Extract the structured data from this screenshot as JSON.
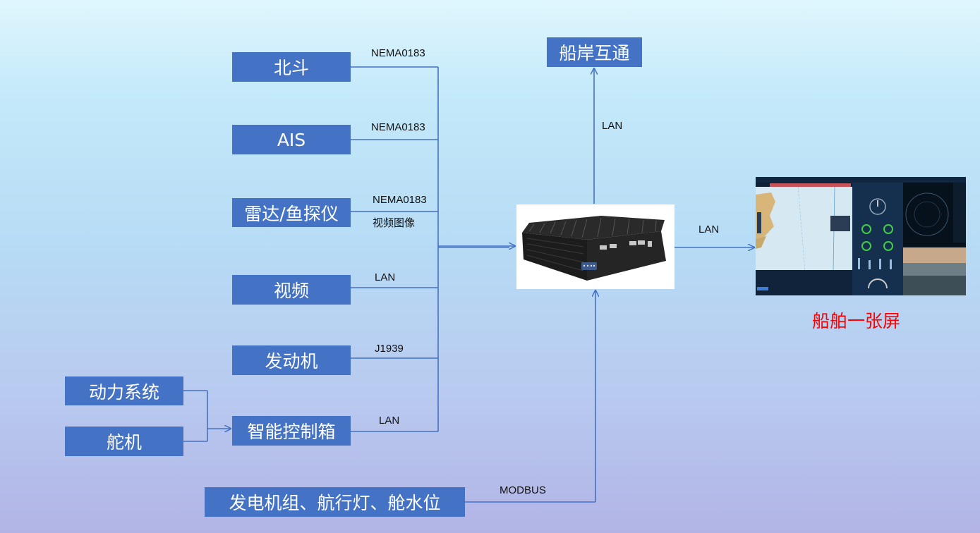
{
  "inputs": {
    "beidou": "北斗",
    "ais": "AIS",
    "radar": "雷达/鱼探仪",
    "video": "视频",
    "engine": "发动机",
    "smart_box": "智能控制箱",
    "power_system": "动力系统",
    "steering": "舵机",
    "generator": "发电机组、航行灯、舱水位"
  },
  "links": {
    "beidou": "NEMA0183",
    "ais": "NEMA0183",
    "radar_1": "NEMA0183",
    "radar_2": "视频图像",
    "video": "LAN",
    "engine": "J1939",
    "smart_box": "LAN",
    "generator": "MODBUS",
    "shore": "LAN",
    "screen": "LAN"
  },
  "outputs": {
    "shore": "船岸互通",
    "screen_caption": "船舶一张屏"
  },
  "colors": {
    "box_fill": "#4472c4",
    "wire": "#4472c4",
    "caption": "#ff0000"
  }
}
